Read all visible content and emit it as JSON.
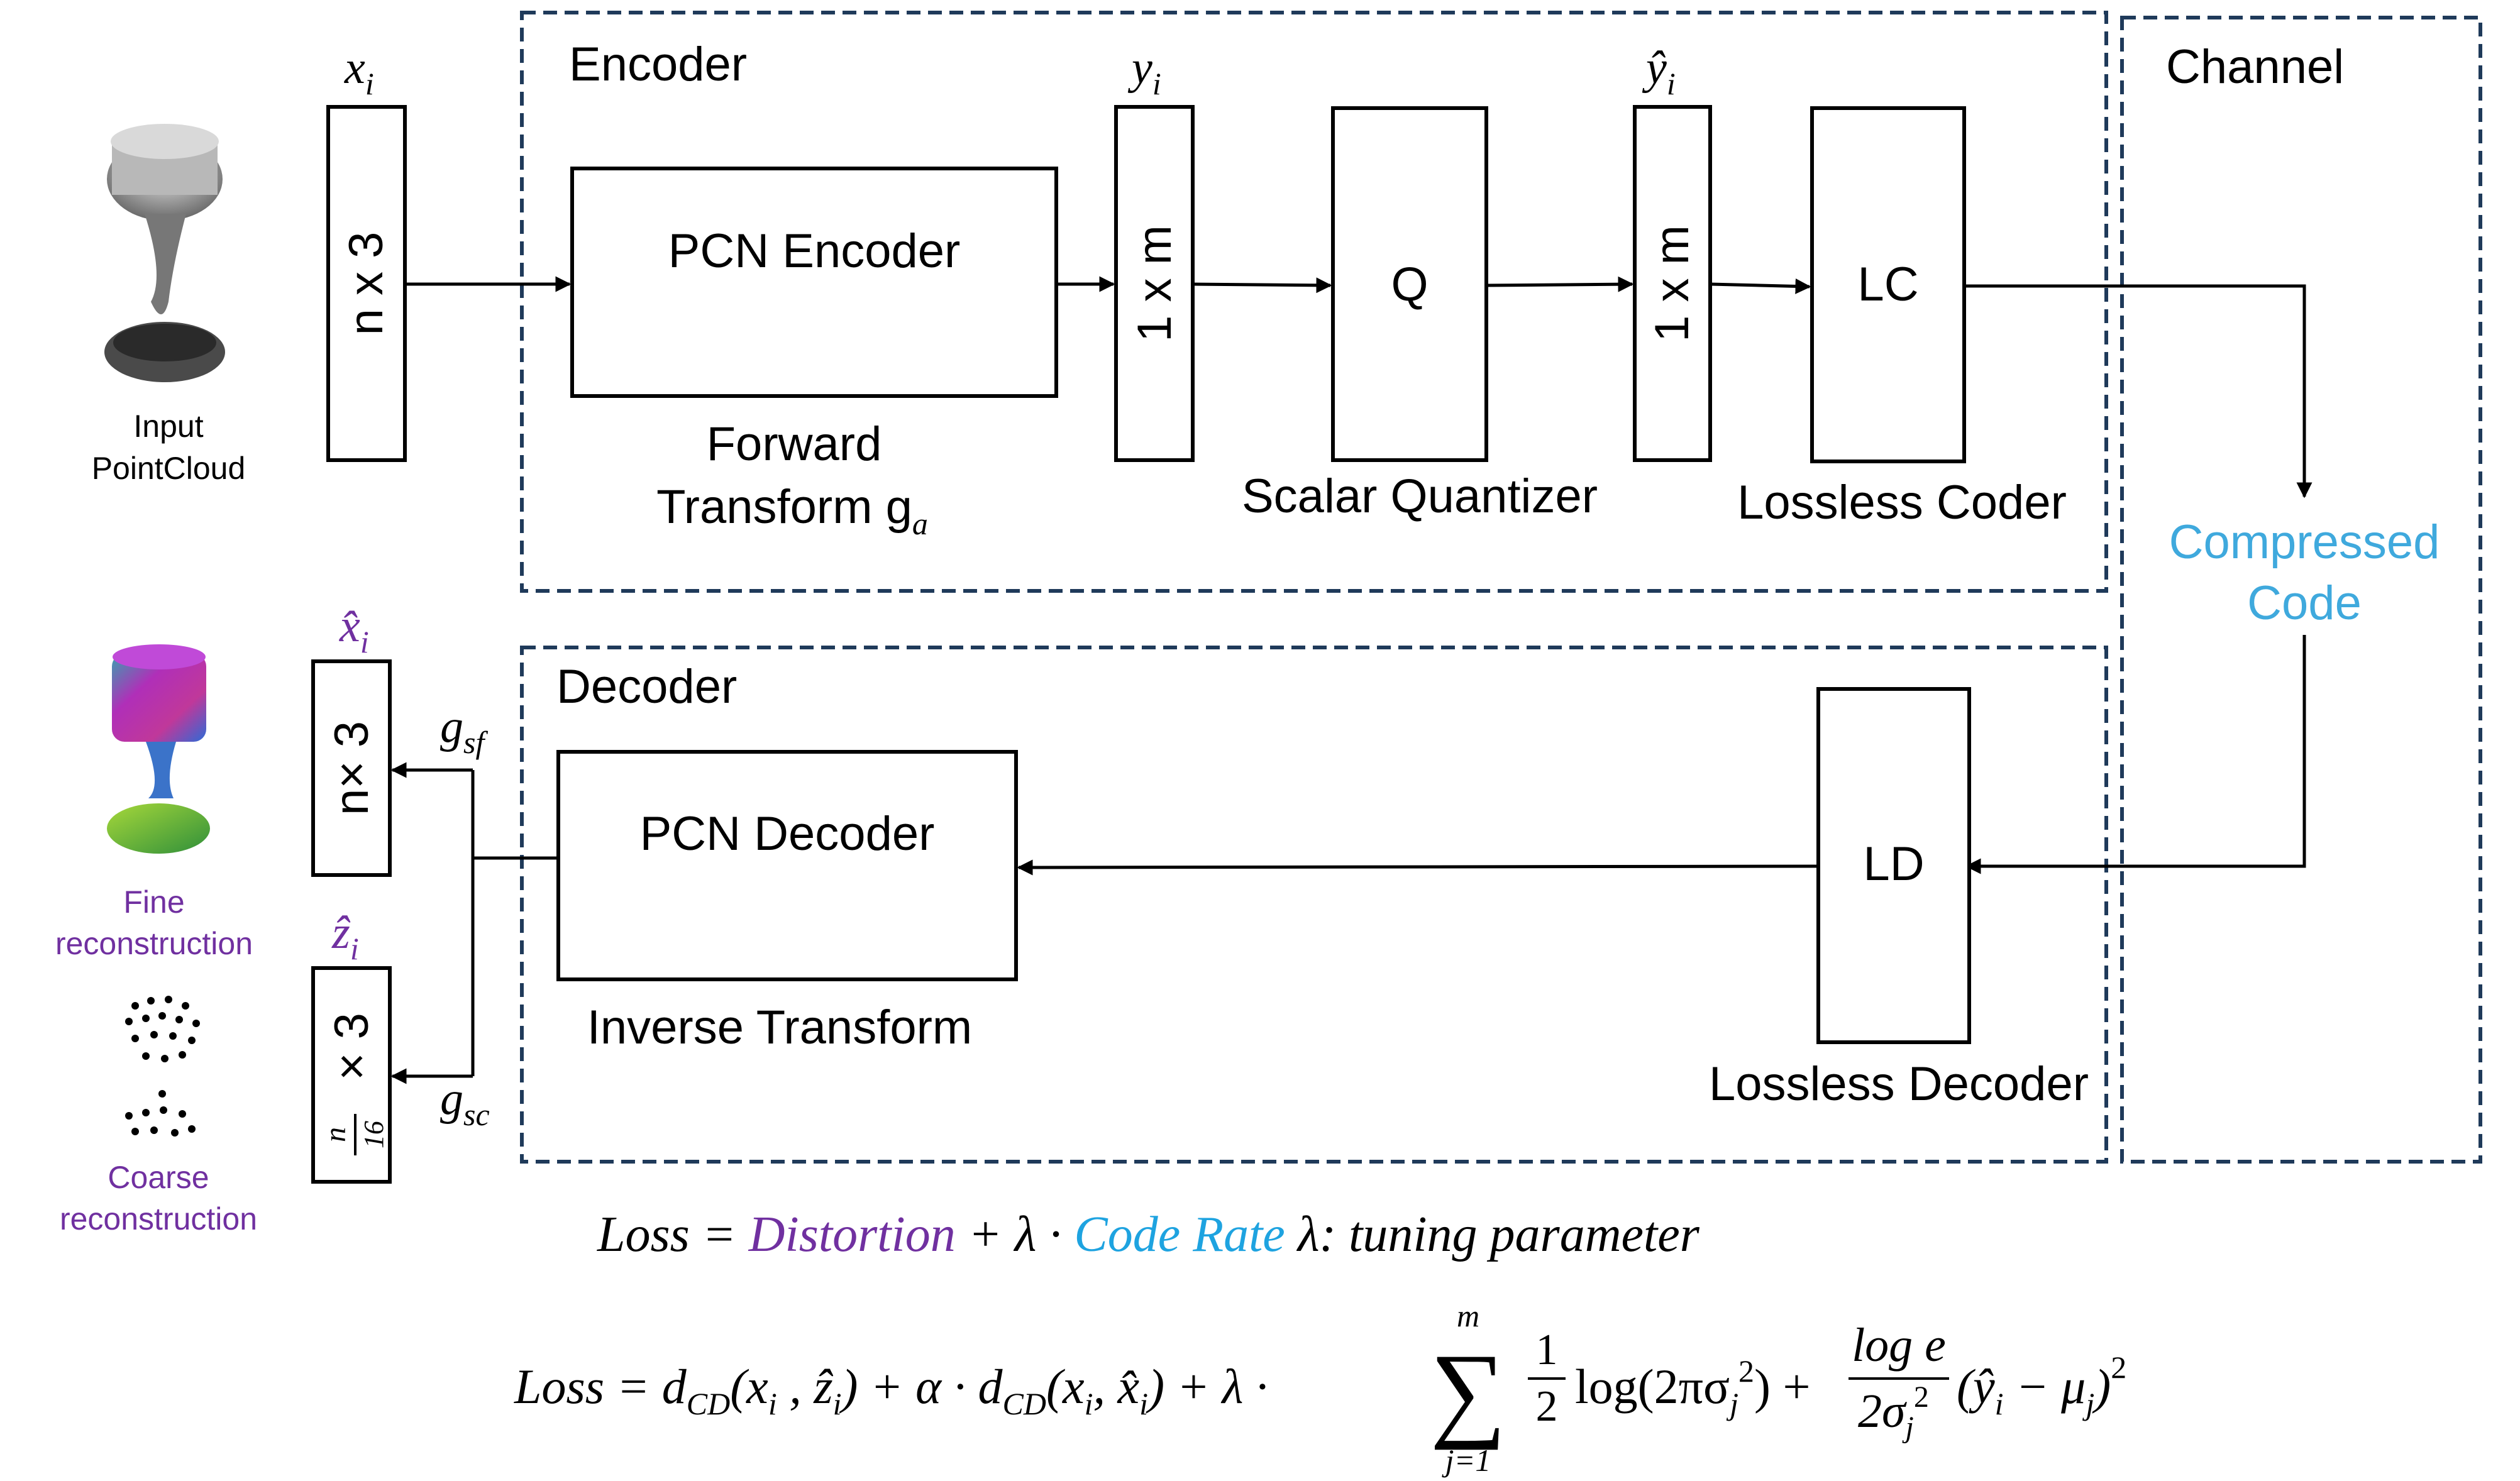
{
  "encoder": {
    "title": "Encoder",
    "pcn_encoder": "PCN Encoder",
    "forward_transform": "Forward",
    "forward_transform_line2": "Transform g",
    "forward_transform_sub": "a",
    "q": "Q",
    "scalar_quantizer": "Scalar Quantizer",
    "lc": "LC",
    "lossless_coder": "Lossless Coder",
    "x_dim": "n x 3",
    "y_dim": "1 x m",
    "yhat_dim": "1 x m",
    "x_label": "x",
    "x_sub": "i",
    "y_label": "y",
    "y_sub": "i",
    "yhat_label": "ŷ",
    "yhat_sub": "i"
  },
  "channel": {
    "title": "Channel",
    "compressed_line1": "Compressed",
    "compressed_line2": "Code"
  },
  "decoder": {
    "title": "Decoder",
    "pcn_decoder": "PCN Decoder",
    "inverse_transform": "Inverse Transform",
    "ld": "LD",
    "lossless_decoder": "Lossless Decoder",
    "xhat_dim": "n× 3",
    "zhat_dim": "× 3",
    "zhat_frac_num": "n",
    "zhat_frac_den": "16",
    "xhat_label": "x̂",
    "xhat_sub": "i",
    "zhat_label": "ẑ",
    "zhat_sub": "i",
    "gsf": "g",
    "gsf_sub": "sf",
    "gsc": "g",
    "gsc_sub": "sc"
  },
  "left": {
    "input_line1": "Input",
    "input_line2": "PointCloud",
    "fine_line1": "Fine",
    "fine_line2": "reconstruction",
    "coarse_line1": "Coarse",
    "coarse_line2": "reconstruction"
  },
  "loss1": {
    "loss": "Loss = ",
    "distortion": "Distortion",
    "plus_lambda": " + λ · ",
    "code_rate": "Code Rate",
    "tuning": "  λ:  tuning parameter"
  },
  "loss2": {
    "part1": "Loss = d",
    "cd1": "CD",
    "part2": "(x",
    "i1": "i",
    "part3": " , ẑ",
    "i2": "i",
    "part4": ") + α · d",
    "cd2": "CD",
    "part5": "(x",
    "i3": "i",
    "part6": ", x̂",
    "i4": "i",
    "part7": ") + λ ·",
    "sigma": "∑",
    "sum_top": "m",
    "sum_bottom": "j=1",
    "half_num": "1",
    "half_den": "2",
    "log_term": "log(2πσ",
    "log_sub": "j",
    "log_sup": "2",
    "log_close": ") +",
    "frac_num": "log e",
    "frac_den": "2σ",
    "frac_den_sub": "j",
    "frac_den_sup": "2",
    "last_term": "(ŷ",
    "last_i": "i",
    "last_mid": " − μ",
    "last_j": "j",
    "last_close": ")",
    "last_sup": "2"
  },
  "colors": {
    "purple": "#7030a0",
    "blue": "#3fa9dd",
    "dash": "#1f3a5a"
  }
}
